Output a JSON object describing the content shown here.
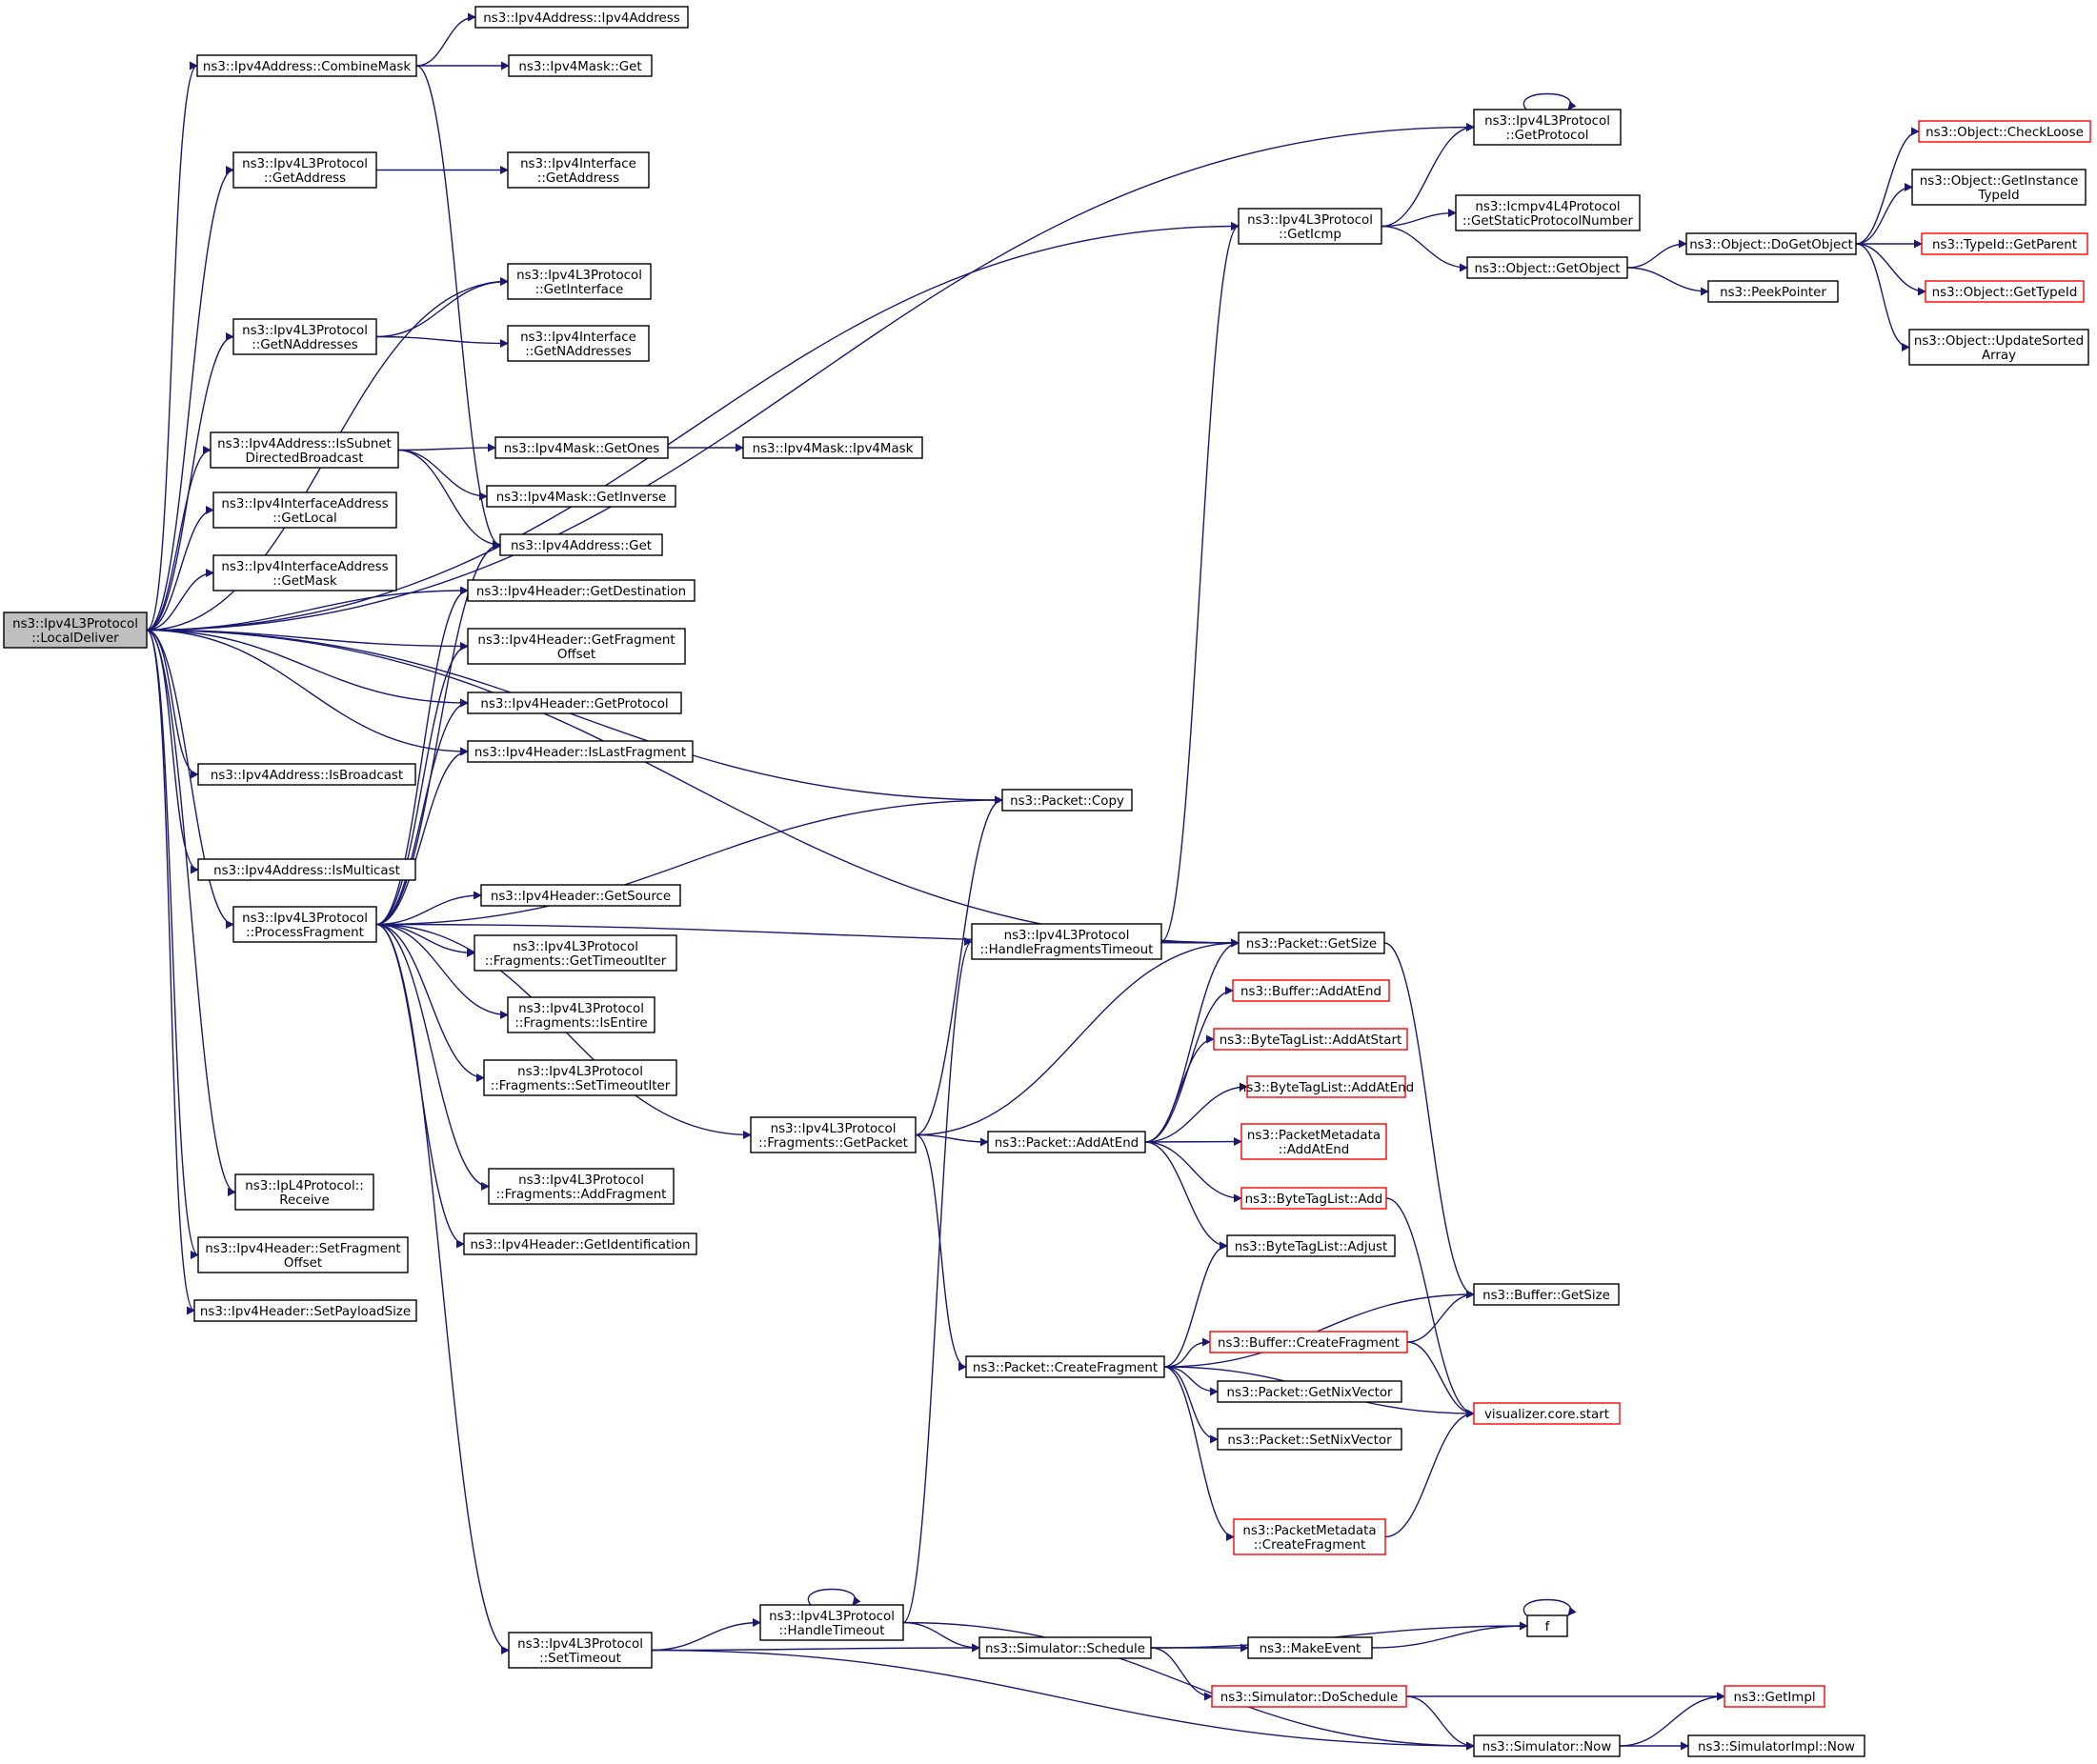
{
  "graph": {
    "root": "LocalDeliver",
    "colors": {
      "edge": "#191970",
      "node_border": "#000000",
      "external_node_border": "#ff0000",
      "root_fill": "#bfbfbf",
      "background": "#ffffff"
    },
    "nodes": [
      {
        "id": "LocalDeliver",
        "lines": [
          "ns3::Ipv4L3Protocol",
          "::LocalDeliver"
        ],
        "style": "root"
      },
      {
        "id": "CombineMask",
        "lines": [
          "ns3::Ipv4Address::CombineMask"
        ],
        "style": "normal"
      },
      {
        "id": "Ipv4AddressCtor",
        "lines": [
          "ns3::Ipv4Address::Ipv4Address"
        ],
        "style": "normal"
      },
      {
        "id": "MaskGet",
        "lines": [
          "ns3::Ipv4Mask::Get"
        ],
        "style": "normal"
      },
      {
        "id": "GetProtocol",
        "lines": [
          "ns3::Ipv4L3Protocol",
          "::GetProtocol"
        ],
        "style": "normal"
      },
      {
        "id": "L3GetAddress",
        "lines": [
          "ns3::Ipv4L3Protocol",
          "::GetAddress"
        ],
        "style": "normal"
      },
      {
        "id": "IfGetAddress",
        "lines": [
          "ns3::Ipv4Interface",
          "::GetAddress"
        ],
        "style": "normal"
      },
      {
        "id": "GetIcmp",
        "lines": [
          "ns3::Ipv4L3Protocol",
          "::GetIcmp"
        ],
        "style": "normal"
      },
      {
        "id": "IcmpProtoNum",
        "lines": [
          "ns3::Icmpv4L4Protocol",
          "::GetStaticProtocolNumber"
        ],
        "style": "normal"
      },
      {
        "id": "GetObject",
        "lines": [
          "ns3::Object::GetObject"
        ],
        "style": "normal"
      },
      {
        "id": "DoGetObject",
        "lines": [
          "ns3::Object::DoGetObject"
        ],
        "style": "normal"
      },
      {
        "id": "CheckLoose",
        "lines": [
          "ns3::Object::CheckLoose"
        ],
        "style": "red"
      },
      {
        "id": "GetInstanceTypeId",
        "lines": [
          "ns3::Object::GetInstance",
          "TypeId"
        ],
        "style": "normal"
      },
      {
        "id": "TypeIdGetParent",
        "lines": [
          "ns3::TypeId::GetParent"
        ],
        "style": "red"
      },
      {
        "id": "ObjGetTypeId",
        "lines": [
          "ns3::Object::GetTypeId"
        ],
        "style": "red"
      },
      {
        "id": "UpdateSortedArray",
        "lines": [
          "ns3::Object::UpdateSorted",
          "Array"
        ],
        "style": "normal"
      },
      {
        "id": "PeekPointer",
        "lines": [
          "ns3::PeekPointer"
        ],
        "style": "normal"
      },
      {
        "id": "GetInterface",
        "lines": [
          "ns3::Ipv4L3Protocol",
          "::GetInterface"
        ],
        "style": "normal"
      },
      {
        "id": "L3GetNAddresses",
        "lines": [
          "ns3::Ipv4L3Protocol",
          "::GetNAddresses"
        ],
        "style": "normal"
      },
      {
        "id": "IfGetNAddresses",
        "lines": [
          "ns3::Ipv4Interface",
          "::GetNAddresses"
        ],
        "style": "normal"
      },
      {
        "id": "IsSubnetDirected",
        "lines": [
          "ns3::Ipv4Address::IsSubnet",
          "DirectedBroadcast"
        ],
        "style": "normal"
      },
      {
        "id": "MaskGetOnes",
        "lines": [
          "ns3::Ipv4Mask::GetOnes"
        ],
        "style": "normal"
      },
      {
        "id": "MaskCtor",
        "lines": [
          "ns3::Ipv4Mask::Ipv4Mask"
        ],
        "style": "normal"
      },
      {
        "id": "MaskGetInverse",
        "lines": [
          "ns3::Ipv4Mask::GetInverse"
        ],
        "style": "normal"
      },
      {
        "id": "IfAddrGetLocal",
        "lines": [
          "ns3::Ipv4InterfaceAddress",
          "::GetLocal"
        ],
        "style": "normal"
      },
      {
        "id": "AddrGet",
        "lines": [
          "ns3::Ipv4Address::Get"
        ],
        "style": "normal"
      },
      {
        "id": "IfAddrGetMask",
        "lines": [
          "ns3::Ipv4InterfaceAddress",
          "::GetMask"
        ],
        "style": "normal"
      },
      {
        "id": "HdrGetDestination",
        "lines": [
          "ns3::Ipv4Header::GetDestination"
        ],
        "style": "normal"
      },
      {
        "id": "HdrGetFragOffset",
        "lines": [
          "ns3::Ipv4Header::GetFragment",
          "Offset"
        ],
        "style": "normal"
      },
      {
        "id": "HdrGetProtocol",
        "lines": [
          "ns3::Ipv4Header::GetProtocol"
        ],
        "style": "normal"
      },
      {
        "id": "AddrIsBroadcast",
        "lines": [
          "ns3::Ipv4Address::IsBroadcast"
        ],
        "style": "normal"
      },
      {
        "id": "HdrIsLastFrag",
        "lines": [
          "ns3::Ipv4Header::IsLastFragment"
        ],
        "style": "normal"
      },
      {
        "id": "PacketCopy",
        "lines": [
          "ns3::Packet::Copy"
        ],
        "style": "normal"
      },
      {
        "id": "AddrIsMulticast",
        "lines": [
          "ns3::Ipv4Address::IsMulticast"
        ],
        "style": "normal"
      },
      {
        "id": "ProcessFragment",
        "lines": [
          "ns3::Ipv4L3Protocol",
          "::ProcessFragment"
        ],
        "style": "normal"
      },
      {
        "id": "HdrGetSource",
        "lines": [
          "ns3::Ipv4Header::GetSource"
        ],
        "style": "normal"
      },
      {
        "id": "HandleFragTimeout",
        "lines": [
          "ns3::Ipv4L3Protocol",
          "::HandleFragmentsTimeout"
        ],
        "style": "normal"
      },
      {
        "id": "PacketGetSize",
        "lines": [
          "ns3::Packet::GetSize"
        ],
        "style": "normal"
      },
      {
        "id": "FragGetTimeoutIter",
        "lines": [
          "ns3::Ipv4L3Protocol",
          "::Fragments::GetTimeoutIter"
        ],
        "style": "normal"
      },
      {
        "id": "BufAddAtEnd",
        "lines": [
          "ns3::Buffer::AddAtEnd"
        ],
        "style": "red"
      },
      {
        "id": "FragIsEntire",
        "lines": [
          "ns3::Ipv4L3Protocol",
          "::Fragments::IsEntire"
        ],
        "style": "normal"
      },
      {
        "id": "BtlAddAtStart",
        "lines": [
          "ns3::ByteTagList::AddAtStart"
        ],
        "style": "red"
      },
      {
        "id": "FragSetTimeoutIter",
        "lines": [
          "ns3::Ipv4L3Protocol",
          "::Fragments::SetTimeoutIter"
        ],
        "style": "normal"
      },
      {
        "id": "BtlAddAtEnd",
        "lines": [
          "ns3::ByteTagList::AddAtEnd"
        ],
        "style": "red"
      },
      {
        "id": "FragGetPacket",
        "lines": [
          "ns3::Ipv4L3Protocol",
          "::Fragments::GetPacket"
        ],
        "style": "normal"
      },
      {
        "id": "PacketAddAtEnd",
        "lines": [
          "ns3::Packet::AddAtEnd"
        ],
        "style": "normal"
      },
      {
        "id": "PmdAddAtEnd",
        "lines": [
          "ns3::PacketMetadata",
          "::AddAtEnd"
        ],
        "style": "red"
      },
      {
        "id": "IpL4Receive",
        "lines": [
          "ns3::IpL4Protocol::",
          "Receive"
        ],
        "style": "normal"
      },
      {
        "id": "FragAddFragment",
        "lines": [
          "ns3::Ipv4L3Protocol",
          "::Fragments::AddFragment"
        ],
        "style": "normal"
      },
      {
        "id": "BtlAdd",
        "lines": [
          "ns3::ByteTagList::Add"
        ],
        "style": "red"
      },
      {
        "id": "HdrSetFragOffset",
        "lines": [
          "ns3::Ipv4Header::SetFragment",
          "Offset"
        ],
        "style": "normal"
      },
      {
        "id": "HdrGetIdentification",
        "lines": [
          "ns3::Ipv4Header::GetIdentification"
        ],
        "style": "normal"
      },
      {
        "id": "BtlAdjust",
        "lines": [
          "ns3::ByteTagList::Adjust"
        ],
        "style": "normal"
      },
      {
        "id": "HdrSetPayloadSize",
        "lines": [
          "ns3::Ipv4Header::SetPayloadSize"
        ],
        "style": "normal"
      },
      {
        "id": "BufGetSize",
        "lines": [
          "ns3::Buffer::GetSize"
        ],
        "style": "normal"
      },
      {
        "id": "BufCreateFragment",
        "lines": [
          "ns3::Buffer::CreateFragment"
        ],
        "style": "red"
      },
      {
        "id": "PacketCreateFragment",
        "lines": [
          "ns3::Packet::CreateFragment"
        ],
        "style": "normal"
      },
      {
        "id": "PacketGetNixVector",
        "lines": [
          "ns3::Packet::GetNixVector"
        ],
        "style": "normal"
      },
      {
        "id": "VisualizerStart",
        "lines": [
          "visualizer.core.start"
        ],
        "style": "red"
      },
      {
        "id": "PacketSetNixVector",
        "lines": [
          "ns3::Packet::SetNixVector"
        ],
        "style": "normal"
      },
      {
        "id": "PmdCreateFragment",
        "lines": [
          "ns3::PacketMetadata",
          "::CreateFragment"
        ],
        "style": "red"
      },
      {
        "id": "HandleTimeout",
        "lines": [
          "ns3::Ipv4L3Protocol",
          "::HandleTimeout"
        ],
        "style": "normal"
      },
      {
        "id": "FuncF",
        "lines": [
          "f"
        ],
        "style": "normal"
      },
      {
        "id": "SetTimeout",
        "lines": [
          "ns3::Ipv4L3Protocol",
          "::SetTimeout"
        ],
        "style": "normal"
      },
      {
        "id": "SimSchedule",
        "lines": [
          "ns3::Simulator::Schedule"
        ],
        "style": "normal"
      },
      {
        "id": "MakeEvent",
        "lines": [
          "ns3::MakeEvent"
        ],
        "style": "normal"
      },
      {
        "id": "SimDoSchedule",
        "lines": [
          "ns3::Simulator::DoSchedule"
        ],
        "style": "red"
      },
      {
        "id": "GetImpl",
        "lines": [
          "ns3::GetImpl"
        ],
        "style": "red"
      },
      {
        "id": "SimNow",
        "lines": [
          "ns3::Simulator::Now"
        ],
        "style": "normal"
      },
      {
        "id": "SimImplNow",
        "lines": [
          "ns3::SimulatorImpl::Now"
        ],
        "style": "normal"
      }
    ],
    "edges": [
      [
        "LocalDeliver",
        "CombineMask"
      ],
      [
        "LocalDeliver",
        "GetProtocol"
      ],
      [
        "LocalDeliver",
        "L3GetAddress"
      ],
      [
        "LocalDeliver",
        "GetIcmp"
      ],
      [
        "LocalDeliver",
        "GetInterface"
      ],
      [
        "LocalDeliver",
        "L3GetNAddresses"
      ],
      [
        "LocalDeliver",
        "PacketCopy"
      ],
      [
        "LocalDeliver",
        "IsSubnetDirected"
      ],
      [
        "LocalDeliver",
        "IfAddrGetLocal"
      ],
      [
        "LocalDeliver",
        "IfAddrGetMask"
      ],
      [
        "LocalDeliver",
        "HdrGetDestination"
      ],
      [
        "LocalDeliver",
        "HdrGetFragOffset"
      ],
      [
        "LocalDeliver",
        "HdrGetProtocol"
      ],
      [
        "LocalDeliver",
        "AddrIsBroadcast"
      ],
      [
        "LocalDeliver",
        "HdrIsLastFrag"
      ],
      [
        "LocalDeliver",
        "AddrIsMulticast"
      ],
      [
        "LocalDeliver",
        "ProcessFragment"
      ],
      [
        "LocalDeliver",
        "PacketGetSize"
      ],
      [
        "LocalDeliver",
        "IpL4Receive"
      ],
      [
        "LocalDeliver",
        "HdrSetFragOffset"
      ],
      [
        "LocalDeliver",
        "HdrSetPayloadSize"
      ],
      [
        "CombineMask",
        "Ipv4AddressCtor"
      ],
      [
        "CombineMask",
        "MaskGet"
      ],
      [
        "CombineMask",
        "AddrGet"
      ],
      [
        "GetProtocol",
        "GetProtocol"
      ],
      [
        "L3GetAddress",
        "IfGetAddress"
      ],
      [
        "GetIcmp",
        "GetProtocol"
      ],
      [
        "GetIcmp",
        "IcmpProtoNum"
      ],
      [
        "GetIcmp",
        "GetObject"
      ],
      [
        "GetObject",
        "DoGetObject"
      ],
      [
        "GetObject",
        "PeekPointer"
      ],
      [
        "DoGetObject",
        "CheckLoose"
      ],
      [
        "DoGetObject",
        "GetInstanceTypeId"
      ],
      [
        "DoGetObject",
        "TypeIdGetParent"
      ],
      [
        "DoGetObject",
        "ObjGetTypeId"
      ],
      [
        "DoGetObject",
        "UpdateSortedArray"
      ],
      [
        "L3GetNAddresses",
        "GetInterface"
      ],
      [
        "L3GetNAddresses",
        "IfGetNAddresses"
      ],
      [
        "IsSubnetDirected",
        "MaskGetOnes"
      ],
      [
        "IsSubnetDirected",
        "MaskGetInverse"
      ],
      [
        "IsSubnetDirected",
        "AddrGet"
      ],
      [
        "MaskGetOnes",
        "MaskCtor"
      ],
      [
        "ProcessFragment",
        "AddrGet"
      ],
      [
        "ProcessFragment",
        "HdrGetDestination"
      ],
      [
        "ProcessFragment",
        "HdrGetFragOffset"
      ],
      [
        "ProcessFragment",
        "HdrGetProtocol"
      ],
      [
        "ProcessFragment",
        "HdrIsLastFrag"
      ],
      [
        "ProcessFragment",
        "PacketCopy"
      ],
      [
        "ProcessFragment",
        "PacketGetSize"
      ],
      [
        "ProcessFragment",
        "HdrGetSource"
      ],
      [
        "ProcessFragment",
        "FragGetTimeoutIter"
      ],
      [
        "ProcessFragment",
        "FragIsEntire"
      ],
      [
        "ProcessFragment",
        "FragSetTimeoutIter"
      ],
      [
        "ProcessFragment",
        "FragGetPacket"
      ],
      [
        "ProcessFragment",
        "FragAddFragment"
      ],
      [
        "ProcessFragment",
        "HdrGetIdentification"
      ],
      [
        "ProcessFragment",
        "SetTimeout"
      ],
      [
        "HandleFragTimeout",
        "GetIcmp"
      ],
      [
        "HandleFragTimeout",
        "PacketGetSize"
      ],
      [
        "PacketGetSize",
        "BufGetSize"
      ],
      [
        "FragGetPacket",
        "PacketCopy"
      ],
      [
        "FragGetPacket",
        "PacketGetSize"
      ],
      [
        "FragGetPacket",
        "PacketAddAtEnd"
      ],
      [
        "FragGetPacket",
        "PacketCreateFragment"
      ],
      [
        "PacketAddAtEnd",
        "PacketGetSize"
      ],
      [
        "PacketAddAtEnd",
        "BufAddAtEnd"
      ],
      [
        "PacketAddAtEnd",
        "BtlAddAtStart"
      ],
      [
        "PacketAddAtEnd",
        "BtlAddAtEnd"
      ],
      [
        "PacketAddAtEnd",
        "PmdAddAtEnd"
      ],
      [
        "PacketAddAtEnd",
        "BtlAdd"
      ],
      [
        "PacketAddAtEnd",
        "BtlAdjust"
      ],
      [
        "BtlAdd",
        "VisualizerStart"
      ],
      [
        "PacketCreateFragment",
        "BtlAdjust"
      ],
      [
        "PacketCreateFragment",
        "BufGetSize"
      ],
      [
        "PacketCreateFragment",
        "BufCreateFragment"
      ],
      [
        "PacketCreateFragment",
        "PacketGetNixVector"
      ],
      [
        "PacketCreateFragment",
        "PacketSetNixVector"
      ],
      [
        "PacketCreateFragment",
        "VisualizerStart"
      ],
      [
        "PacketCreateFragment",
        "PmdCreateFragment"
      ],
      [
        "BufCreateFragment",
        "BufGetSize"
      ],
      [
        "BufCreateFragment",
        "VisualizerStart"
      ],
      [
        "PmdCreateFragment",
        "VisualizerStart"
      ],
      [
        "SetTimeout",
        "HandleTimeout"
      ],
      [
        "SetTimeout",
        "SimSchedule"
      ],
      [
        "SetTimeout",
        "SimNow"
      ],
      [
        "HandleTimeout",
        "HandleTimeout"
      ],
      [
        "HandleTimeout",
        "HandleFragTimeout"
      ],
      [
        "HandleTimeout",
        "SimSchedule"
      ],
      [
        "HandleTimeout",
        "SimNow"
      ],
      [
        "SimSchedule",
        "FuncF"
      ],
      [
        "SimSchedule",
        "MakeEvent"
      ],
      [
        "SimSchedule",
        "SimDoSchedule"
      ],
      [
        "MakeEvent",
        "FuncF"
      ],
      [
        "FuncF",
        "FuncF"
      ],
      [
        "SimDoSchedule",
        "GetImpl"
      ],
      [
        "SimDoSchedule",
        "SimNow"
      ],
      [
        "SimNow",
        "GetImpl"
      ],
      [
        "SimNow",
        "SimImplNow"
      ]
    ]
  }
}
